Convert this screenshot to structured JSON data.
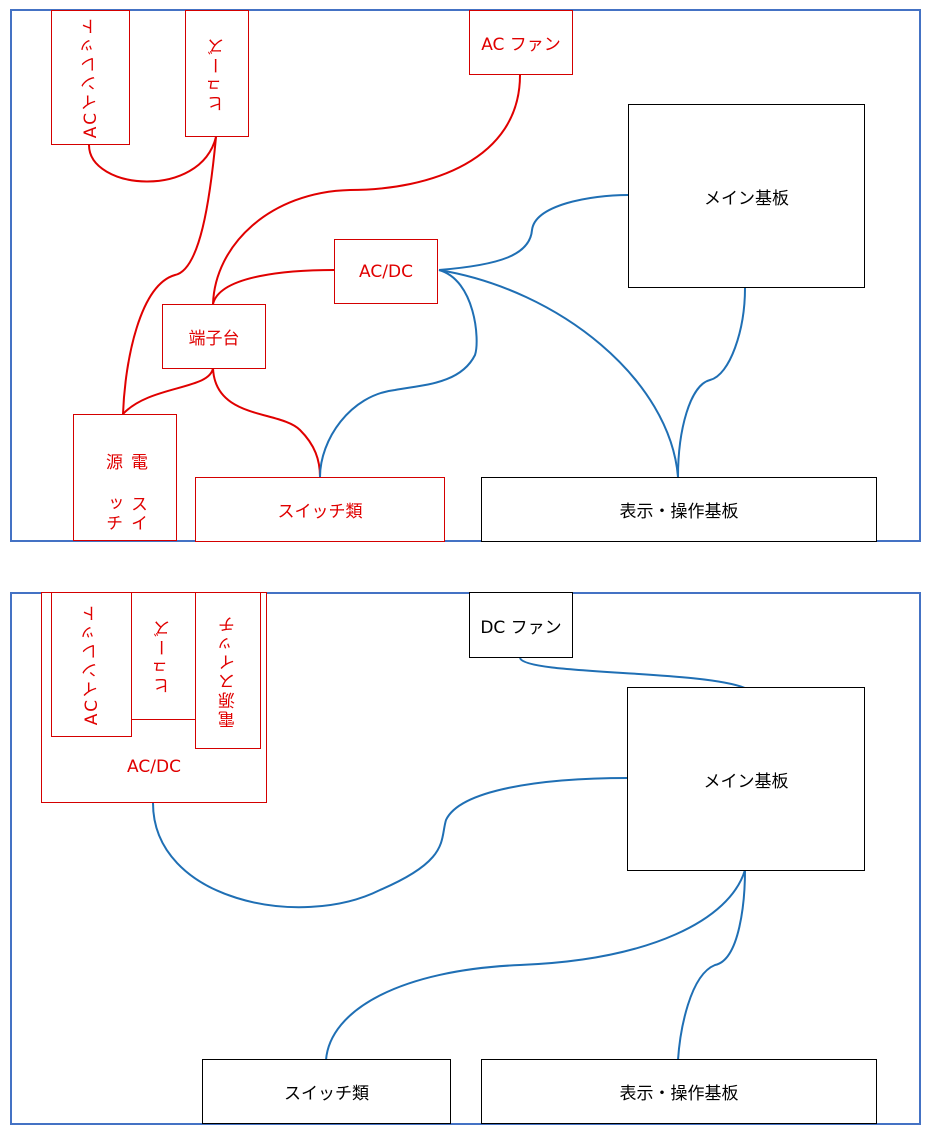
{
  "colors": {
    "frame": "#4472c4",
    "ac_wire": "#e00000",
    "dc_wire": "#1f6fb4",
    "ac_component": "#e00000",
    "dc_component": "#000000"
  },
  "top_diagram": {
    "components": {
      "ac_inlet": "ACインレット",
      "fuse": "ヒューズ",
      "ac_fan": "AC ファン",
      "main_board": "メイン基板",
      "ac_dc": "AC/DC",
      "terminal_block": "端子台",
      "power_switch_line1": "電源",
      "power_switch_line2": "スイッチ",
      "switches": "スイッチ類",
      "display_board": "表示・操作基板"
    }
  },
  "bottom_diagram": {
    "components": {
      "ac_inlet": "ACインレット",
      "fuse": "ヒューズ",
      "power_switch": "電源スイッチ",
      "ac_dc": "AC/DC",
      "dc_fan": "DC ファン",
      "main_board": "メイン基板",
      "switches": "スイッチ類",
      "display_board": "表示・操作基板"
    }
  }
}
